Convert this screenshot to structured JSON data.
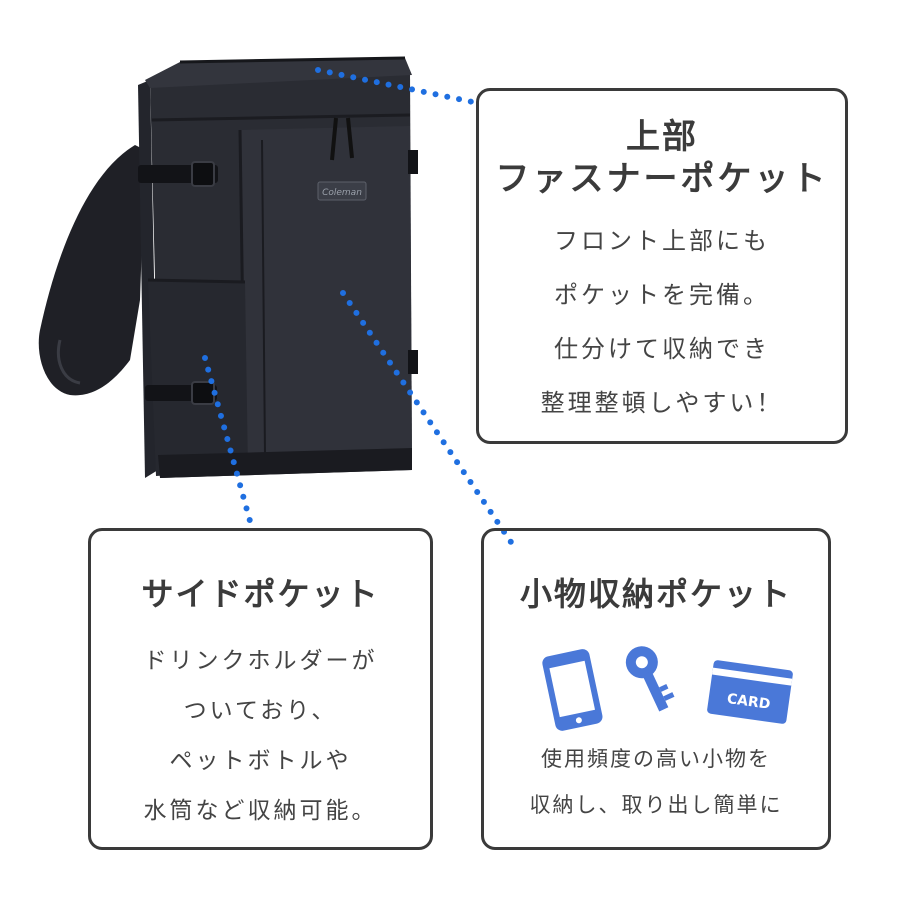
{
  "brand_logo": "Coleman",
  "panels": {
    "top": {
      "title": [
        "上部",
        "ファスナーポケット"
      ],
      "body": [
        "フロント上部にも",
        "ポケットを完備。",
        "仕分けて収納でき",
        "整理整頓しやすい！"
      ]
    },
    "side": {
      "title": "サイドポケット",
      "body": [
        "ドリンクホルダーが",
        "ついており、",
        "ペットボトルや",
        "水筒など収納可能。"
      ]
    },
    "small": {
      "title": "小物収納ポケット",
      "body": [
        "使用頻度の高い小物を",
        "収納し、取り出し簡単に"
      ],
      "card_label": "CARD"
    }
  },
  "colors": {
    "accent": "#1f6fe0",
    "icon": "#4a78d8",
    "frame": "#3a3a3a",
    "bag": "#2a2c33"
  },
  "icons": [
    "smartphone-icon",
    "key-icon",
    "card-icon"
  ]
}
